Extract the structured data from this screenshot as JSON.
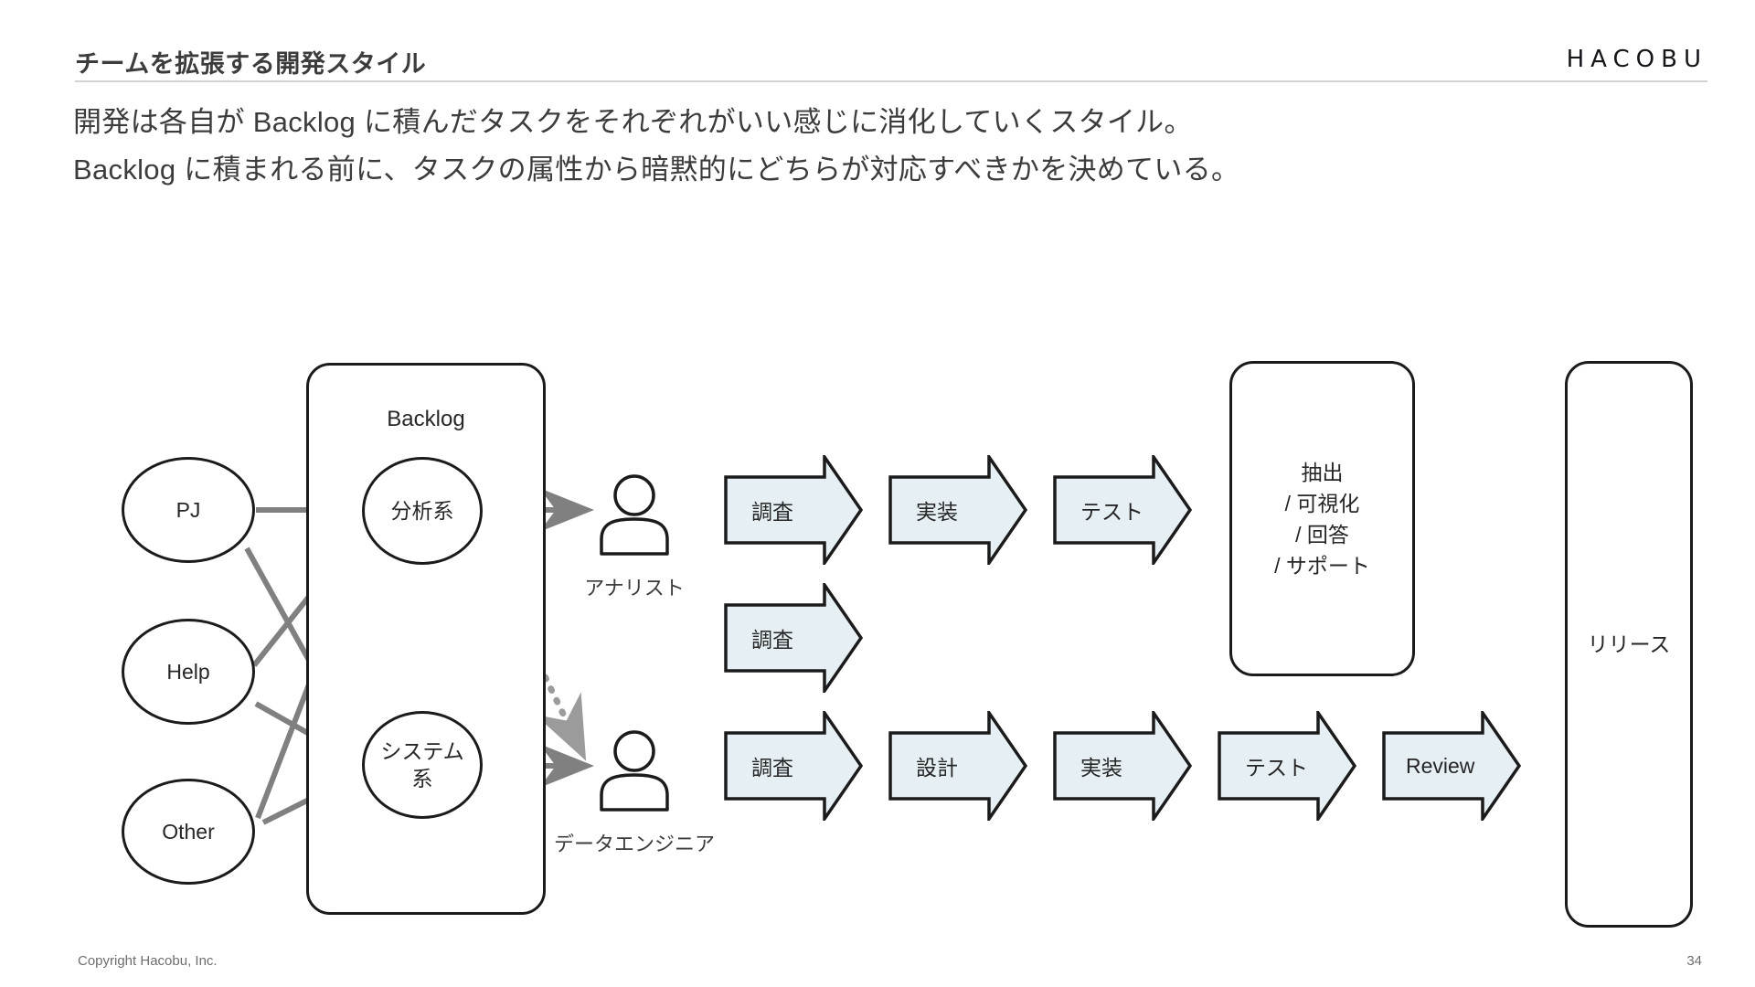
{
  "header": {
    "title": "チームを拡張する開発スタイル",
    "logo": "HACOBU"
  },
  "lead": {
    "line1": "開発は各自が Backlog に積んだタスクをそれぞれがいい感じに消化していくスタイル。",
    "line2": "Backlog に積まれる前に、タスクの属性から暗黙的にどちらが対応すべきかを決めている。"
  },
  "diagram": {
    "sources": [
      {
        "label": "PJ"
      },
      {
        "label": "Help"
      },
      {
        "label": "Other"
      }
    ],
    "backlog": {
      "label": "Backlog",
      "queues": [
        {
          "label": "分析系"
        },
        {
          "label": "システム\n系"
        }
      ]
    },
    "roles": [
      {
        "label": "アナリスト",
        "icon": "person-icon"
      },
      {
        "label": "データエンジニア",
        "icon": "person-icon"
      }
    ],
    "pipelines": [
      {
        "name": "analyst-primary",
        "steps": [
          "調査",
          "実装",
          "テスト"
        ]
      },
      {
        "name": "analyst-secondary",
        "steps": [
          "調査"
        ]
      },
      {
        "name": "data-engineer",
        "steps": [
          "調査",
          "設計",
          "実装",
          "テスト",
          "Review"
        ]
      }
    ],
    "outputs": {
      "analyst_panel": "抽出\n/ 可視化\n/ 回答\n/ サポート",
      "release_panel": "リリース"
    }
  },
  "footer": {
    "copyright": "Copyright Hacobu, Inc.",
    "page_number": "34"
  },
  "colors": {
    "chevron_fill": "#e6f0f4",
    "chevron_stroke": "#1b1b1b",
    "line_gray": "#808080",
    "ink": "#262626",
    "rule": "#d2d2d2"
  }
}
